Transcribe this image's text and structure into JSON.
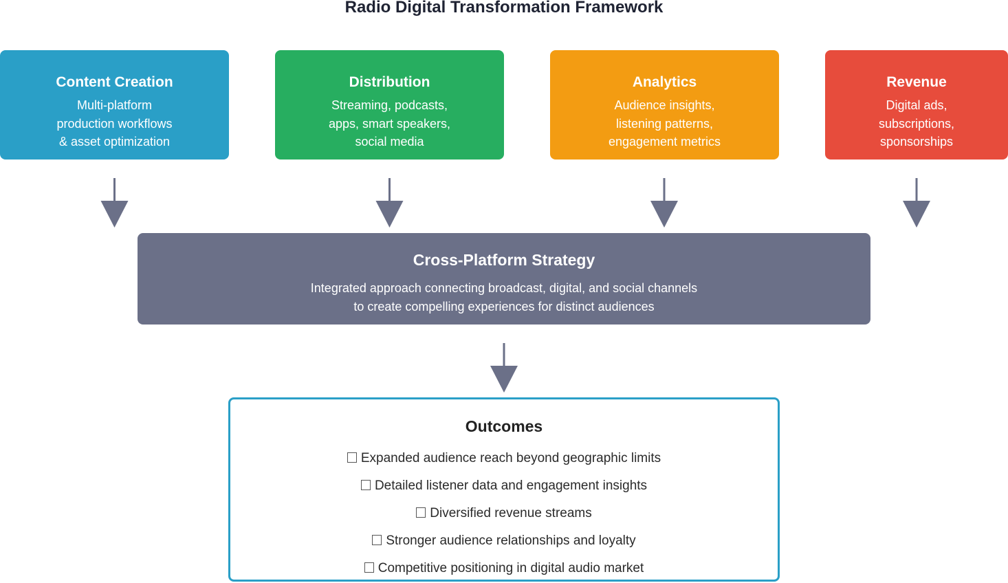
{
  "title": "Radio Digital Transformation Framework",
  "colors": {
    "content_creation": "#2a9fc7",
    "distribution": "#27ae60",
    "analytics": "#f39c12",
    "revenue": "#e74c3c",
    "strategy": "#6b7088",
    "outcomes_border": "#2a9fc7",
    "arrow": "#6b7088"
  },
  "pillars": [
    {
      "title": "Content Creation",
      "lines": [
        "Multi-platform",
        "production workflows",
        "& asset optimization"
      ]
    },
    {
      "title": "Distribution",
      "lines": [
        "Streaming, podcasts,",
        "apps, smart speakers,",
        "social media"
      ]
    },
    {
      "title": "Analytics",
      "lines": [
        "Audience insights,",
        "listening patterns,",
        "engagement metrics"
      ]
    },
    {
      "title": "Revenue",
      "lines": [
        "Digital ads,",
        "subscriptions,",
        "sponsorships"
      ]
    }
  ],
  "strategy": {
    "title": "Cross-Platform Strategy",
    "lines": [
      "Integrated approach connecting broadcast, digital, and social channels",
      "to create compelling experiences for distinct audiences"
    ]
  },
  "outcomes": {
    "title": "Outcomes",
    "bullet_icon": "missing-glyph-icon",
    "items": [
      "Expanded audience reach beyond geographic limits",
      "Detailed listener data and engagement insights",
      "Diversified revenue streams",
      "Stronger audience relationships and loyalty",
      "Competitive positioning in digital audio market"
    ]
  }
}
